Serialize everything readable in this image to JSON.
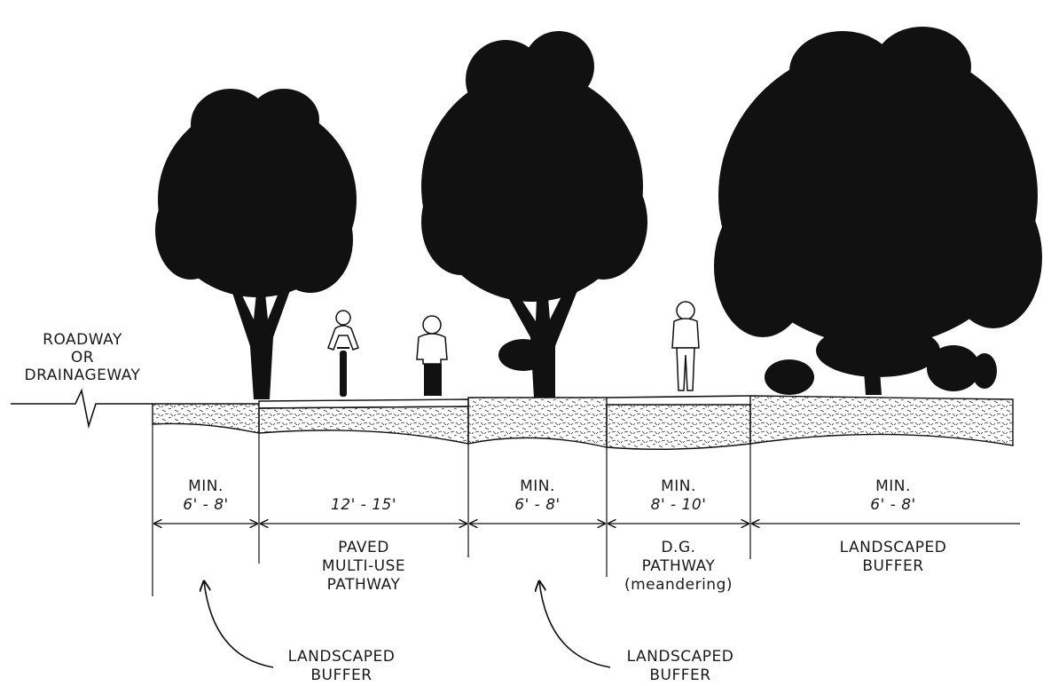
{
  "roadway_label": [
    "ROADWAY",
    "OR",
    "DRAINAGEWAY"
  ],
  "zones": [
    {
      "id": "buffer-1",
      "dimension": [
        "MIN.",
        "6' - 8'"
      ],
      "name": []
    },
    {
      "id": "paved-path",
      "dimension": [
        "",
        "12' - 15'"
      ],
      "name": [
        "PAVED",
        "MULTI-USE",
        "PATHWAY"
      ]
    },
    {
      "id": "buffer-2",
      "dimension": [
        "MIN.",
        "6' - 8'"
      ],
      "name": []
    },
    {
      "id": "dg-path",
      "dimension": [
        "MIN.",
        "8' - 10'"
      ],
      "name": [
        "D.G.",
        "PATHWAY",
        "(meandering)"
      ]
    },
    {
      "id": "buffer-3",
      "dimension": [
        "MIN.",
        "6' - 8'"
      ],
      "name": [
        "LANDSCAPED",
        "BUFFER"
      ]
    }
  ],
  "callouts": [
    {
      "id": "callout-1",
      "text": [
        "LANDSCAPED",
        "BUFFER"
      ]
    },
    {
      "id": "callout-2",
      "text": [
        "LANDSCAPED",
        "BUFFER"
      ]
    }
  ],
  "colors": {
    "ink": "#111111",
    "paper": "#ffffff"
  }
}
